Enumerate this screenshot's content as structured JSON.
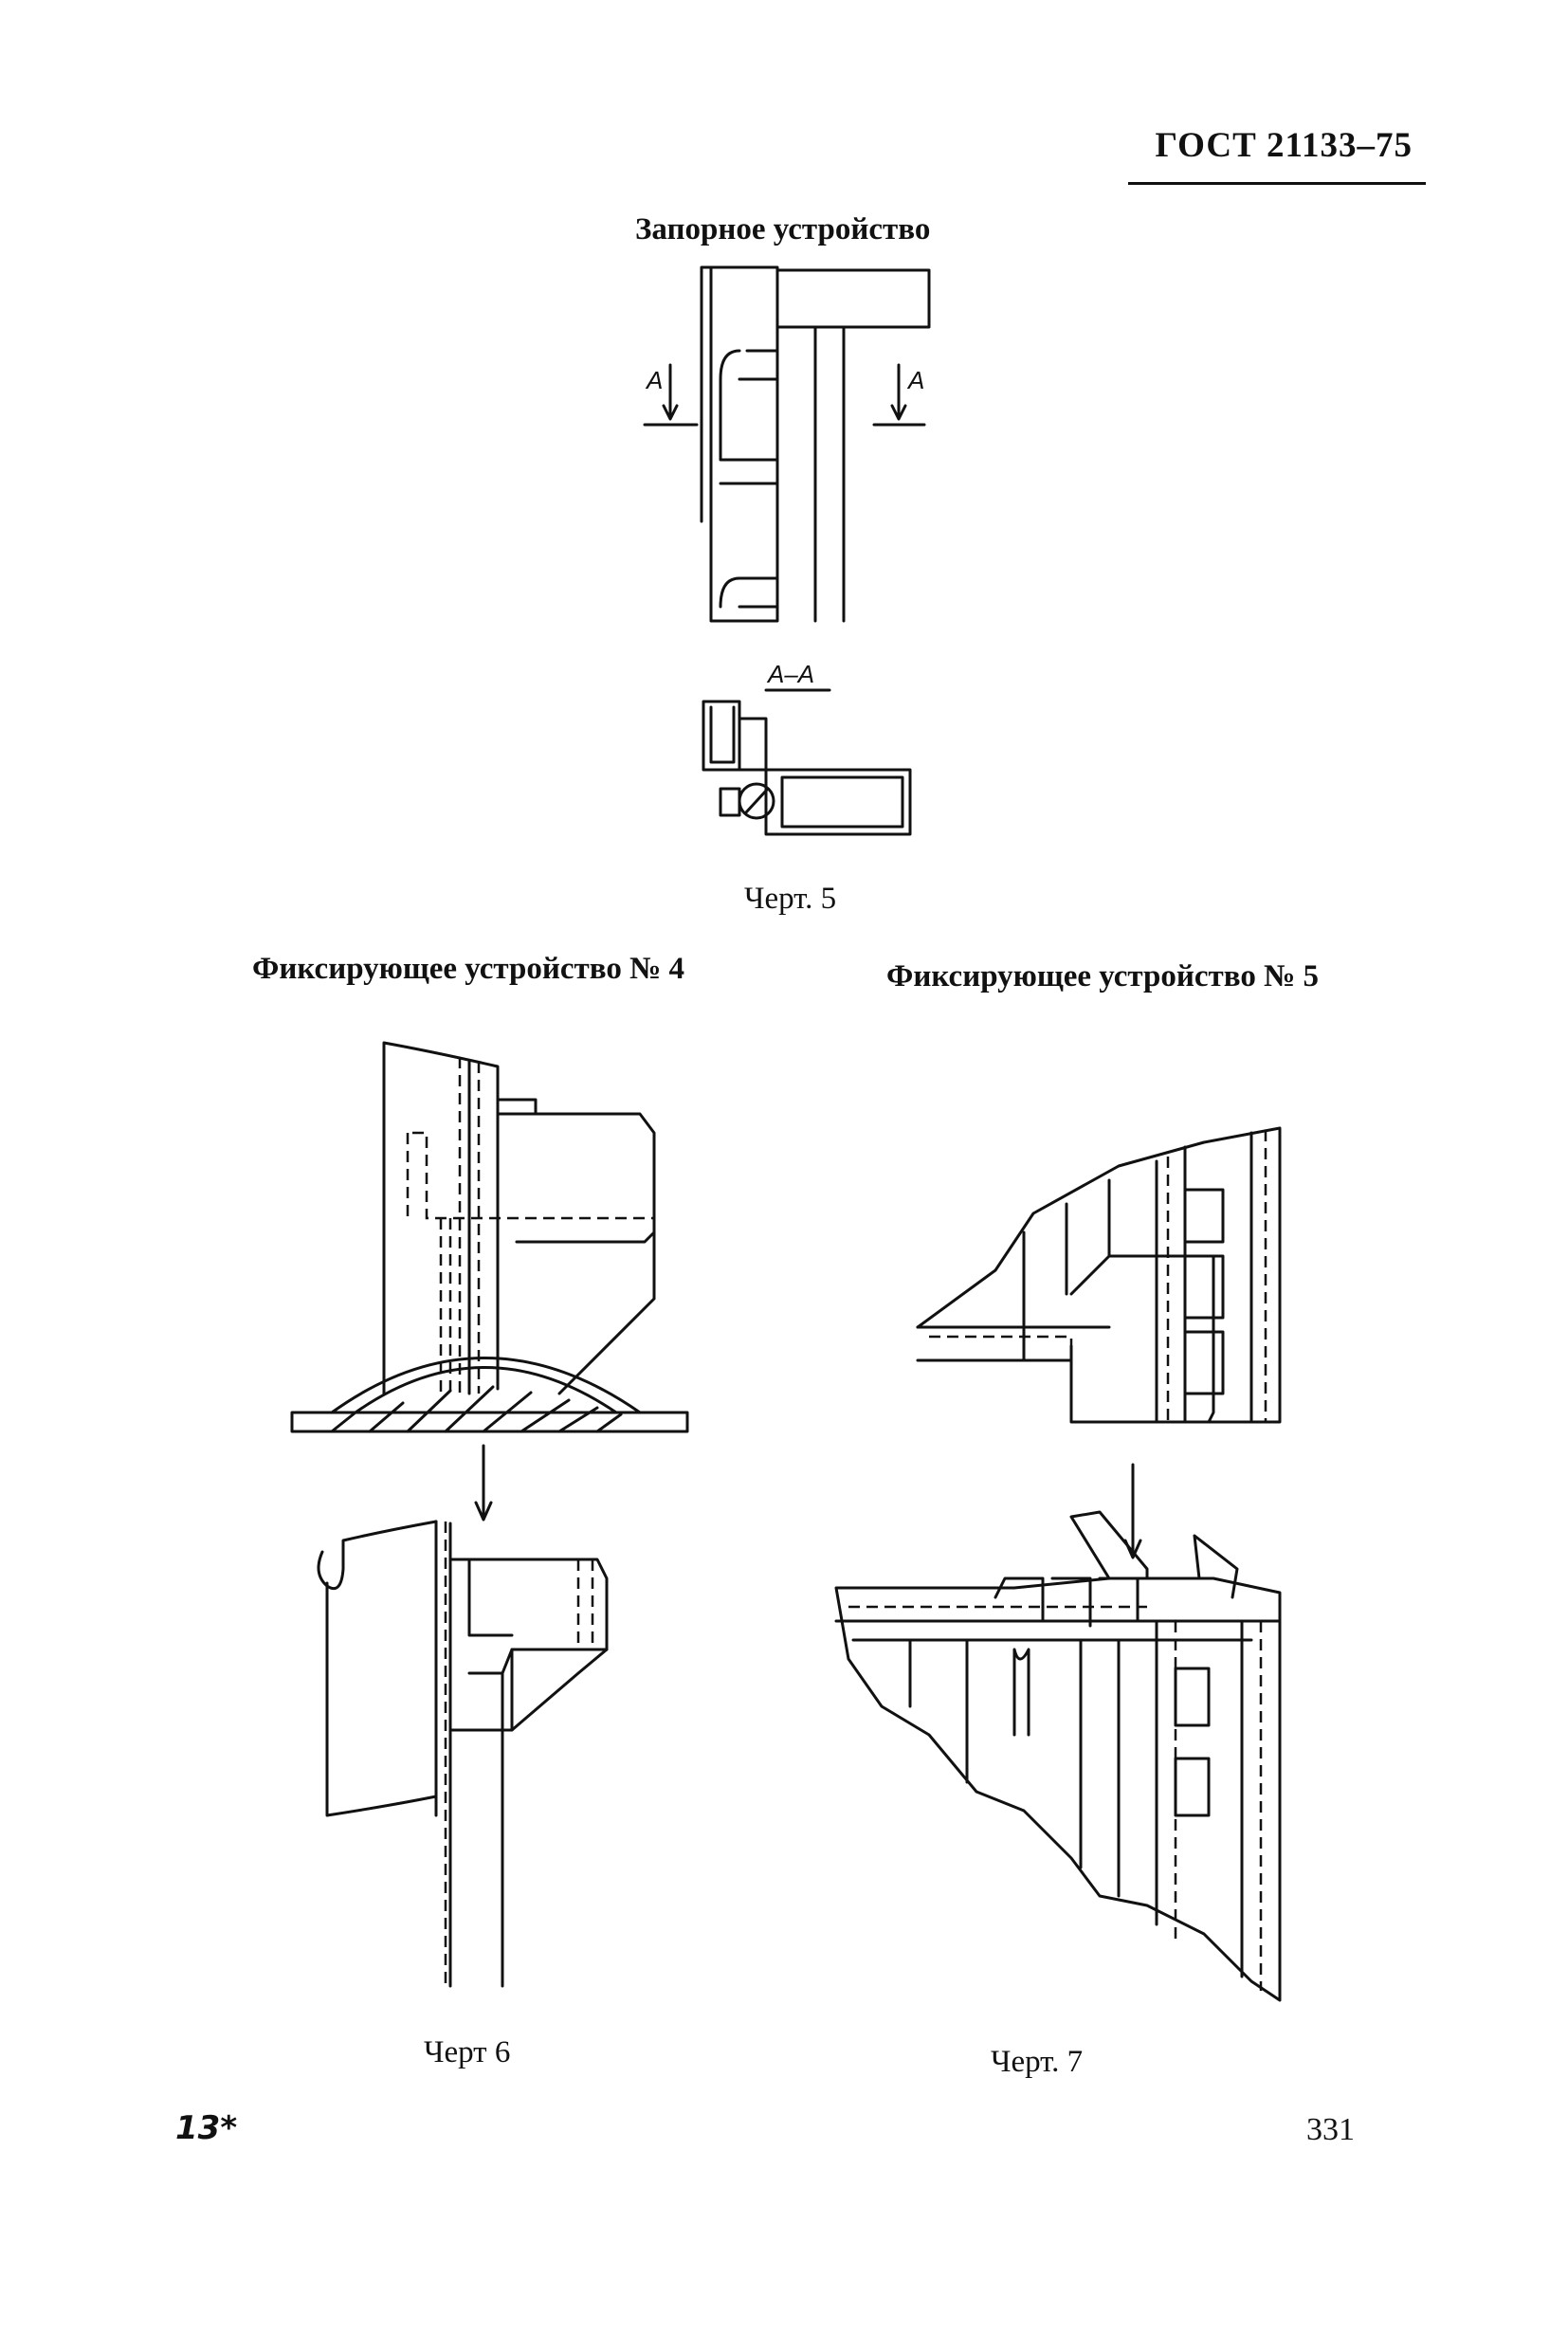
{
  "header": {
    "standard": "ГОСТ 21133–75"
  },
  "figure5": {
    "title": "Запорное устройство",
    "section_mark": "А",
    "section_label": "А–А",
    "caption": "Черт. 5"
  },
  "figure6": {
    "title": "Фиксирующее устройство № 4",
    "caption": "Черт 6"
  },
  "figure7": {
    "title": "Фиксирующее устройство № 5",
    "caption": "Черт. 7"
  },
  "footer": {
    "left_mark": "13*",
    "page_number": "331"
  }
}
